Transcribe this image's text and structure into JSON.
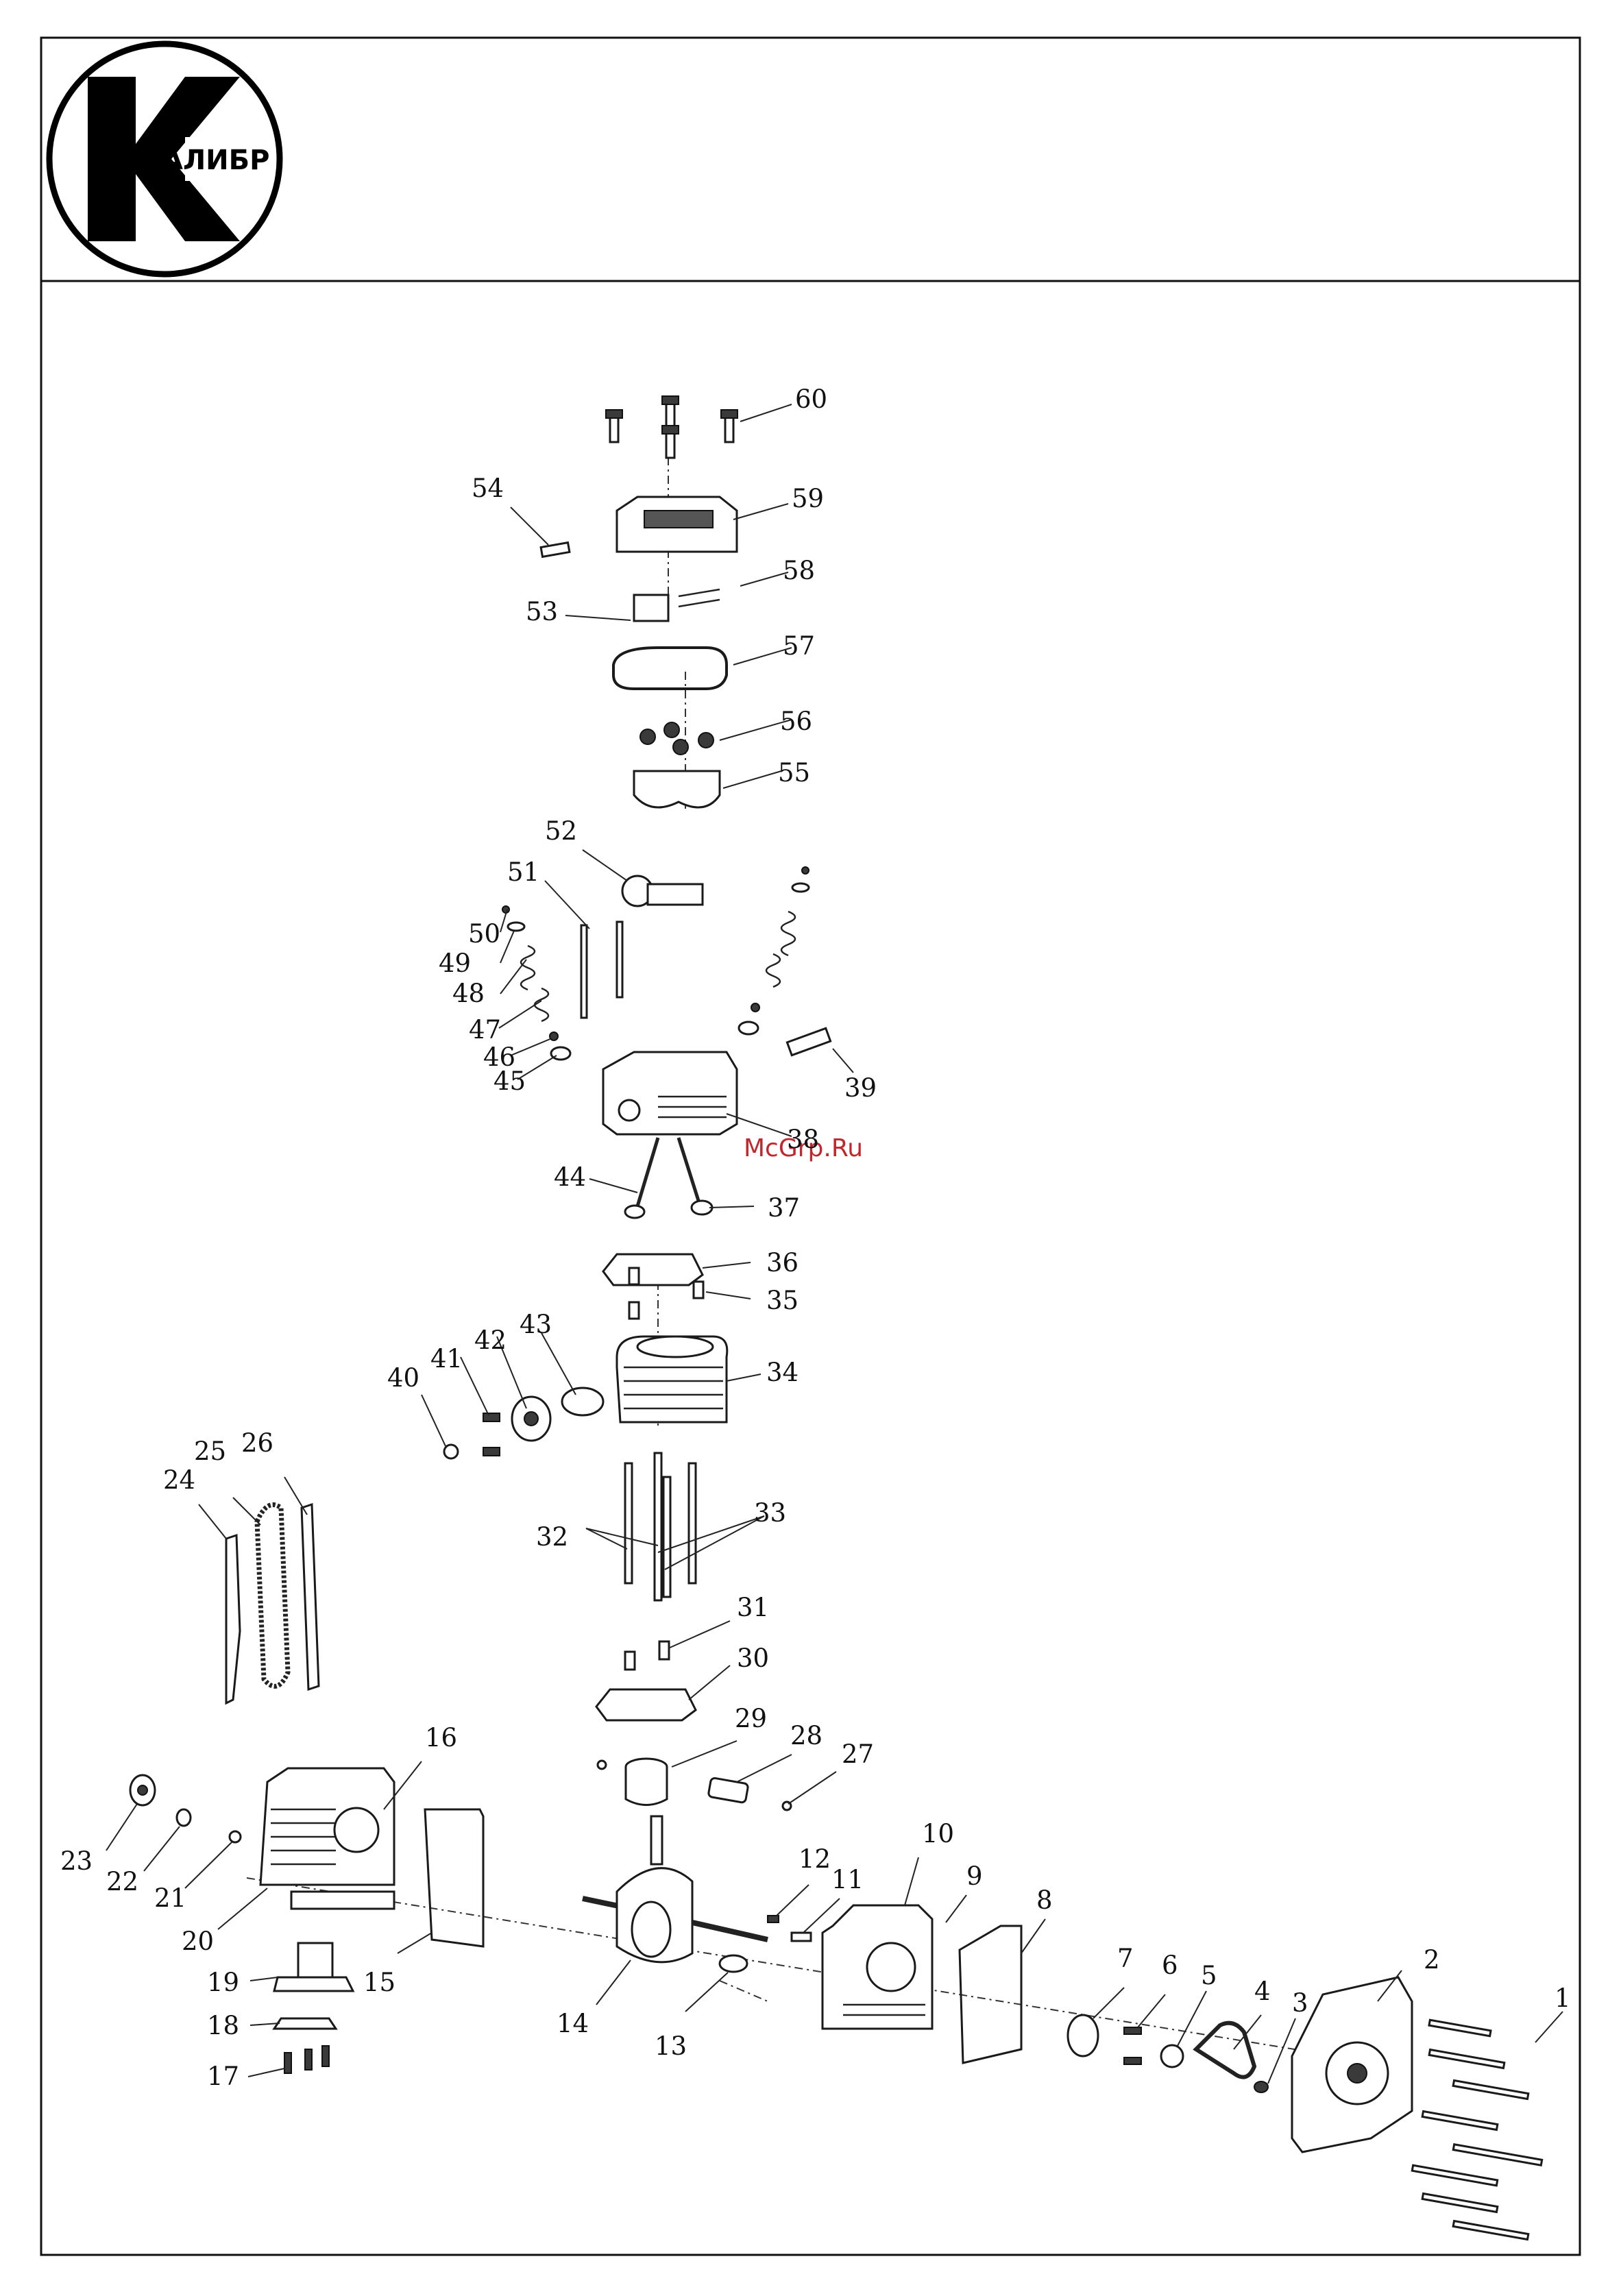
{
  "logo": {
    "text": "АЛИБР",
    "letter": "К"
  },
  "watermark": "McGrp.Ru",
  "callouts": [
    {
      "n": "60"
    },
    {
      "n": "59"
    },
    {
      "n": "58"
    },
    {
      "n": "57"
    },
    {
      "n": "56"
    },
    {
      "n": "55"
    },
    {
      "n": "54"
    },
    {
      "n": "53"
    },
    {
      "n": "52"
    },
    {
      "n": "51"
    },
    {
      "n": "50"
    },
    {
      "n": "49"
    },
    {
      "n": "48"
    },
    {
      "n": "47"
    },
    {
      "n": "46"
    },
    {
      "n": "45"
    },
    {
      "n": "44"
    },
    {
      "n": "43"
    },
    {
      "n": "42"
    },
    {
      "n": "41"
    },
    {
      "n": "40"
    },
    {
      "n": "39"
    },
    {
      "n": "38"
    },
    {
      "n": "37"
    },
    {
      "n": "36"
    },
    {
      "n": "35"
    },
    {
      "n": "34"
    },
    {
      "n": "33"
    },
    {
      "n": "32"
    },
    {
      "n": "31"
    },
    {
      "n": "30"
    },
    {
      "n": "29"
    },
    {
      "n": "28"
    },
    {
      "n": "27"
    },
    {
      "n": "26"
    },
    {
      "n": "25"
    },
    {
      "n": "24"
    },
    {
      "n": "23"
    },
    {
      "n": "22"
    },
    {
      "n": "21"
    },
    {
      "n": "20"
    },
    {
      "n": "19"
    },
    {
      "n": "18"
    },
    {
      "n": "17"
    },
    {
      "n": "16"
    },
    {
      "n": "15"
    },
    {
      "n": "14"
    },
    {
      "n": "13"
    },
    {
      "n": "12"
    },
    {
      "n": "11"
    },
    {
      "n": "10"
    },
    {
      "n": "9"
    },
    {
      "n": "8"
    },
    {
      "n": "7"
    },
    {
      "n": "6"
    },
    {
      "n": "5"
    },
    {
      "n": "4"
    },
    {
      "n": "3"
    },
    {
      "n": "2"
    },
    {
      "n": "1"
    }
  ]
}
